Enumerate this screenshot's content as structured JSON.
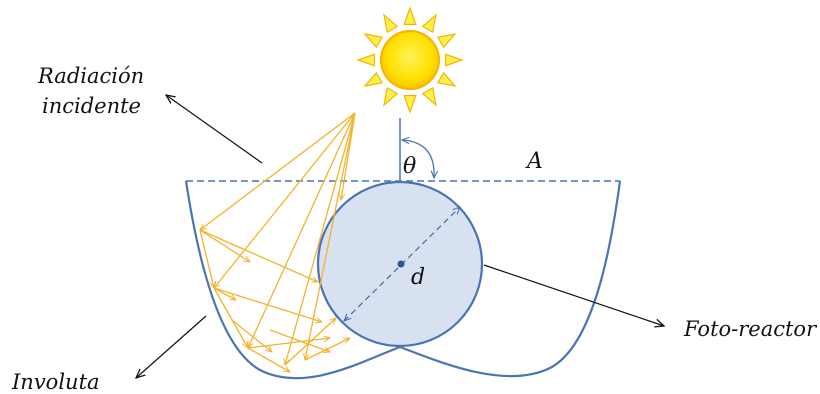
{
  "labels": {
    "radiation_line1": "Radiación",
    "radiation_line2": "incidente",
    "theta": "θ",
    "aperture": "A",
    "diameter": "d",
    "photoreactor": "Foto-reactor",
    "involute": "Involuta"
  },
  "colors": {
    "reflector": "#4a74b4",
    "aperture_line": "#4a74b4",
    "tube_fill": "#d8e1ef",
    "tube_stroke": "#4a74b4",
    "rays": "#f3b32a",
    "sun_core": "#ffe000",
    "sun_rim": "#f5b400",
    "sun_rays": "#fff04a",
    "pointers": "#111111"
  }
}
